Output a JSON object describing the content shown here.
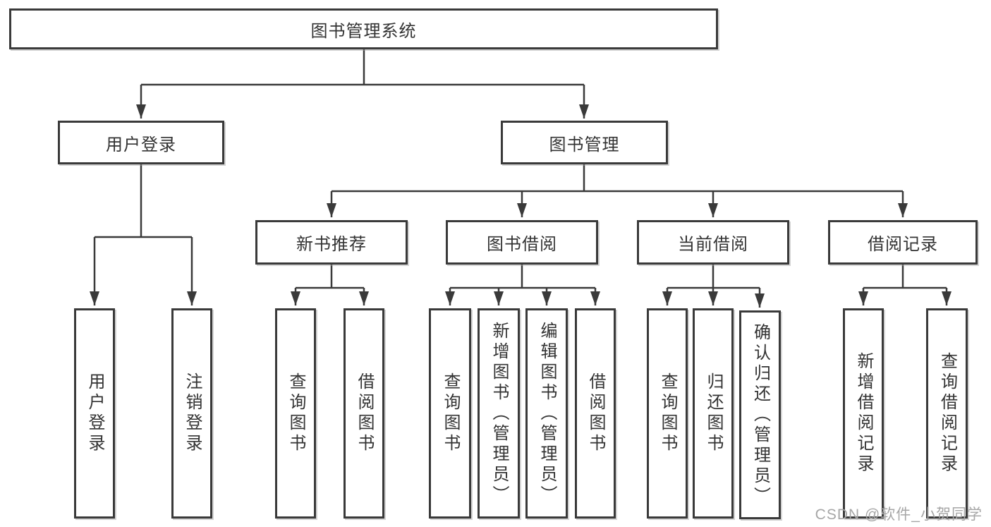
{
  "tree": {
    "root": {
      "label": "图书管理系统"
    },
    "branches": [
      {
        "label": "用户登录",
        "children": [
          {
            "label": "用户登录"
          },
          {
            "label": "注销登录"
          }
        ]
      },
      {
        "label": "图书管理",
        "sections": [
          {
            "label": "新书推荐",
            "children": [
              {
                "label": "查询图书"
              },
              {
                "label": "借阅图书"
              }
            ]
          },
          {
            "label": "图书借阅",
            "children": [
              {
                "label": "查询图书"
              },
              {
                "label": "新增图书（管理员）"
              },
              {
                "label": "编辑图书（管理员）"
              },
              {
                "label": "借阅图书"
              }
            ]
          },
          {
            "label": "当前借阅",
            "children": [
              {
                "label": "查询图书"
              },
              {
                "label": "归还图书"
              },
              {
                "label": "确认归还（管理员）"
              }
            ]
          },
          {
            "label": "借阅记录",
            "children": [
              {
                "label": "新增借阅记录"
              },
              {
                "label": "查询借阅记录"
              }
            ]
          }
        ]
      }
    ]
  },
  "watermark": {
    "text": "CSDN @软件_小贺同学"
  },
  "colors": {
    "ink": "#3a3a3a",
    "text": "#333333",
    "background": "#ffffff",
    "watermark": "#a6a6a6"
  }
}
